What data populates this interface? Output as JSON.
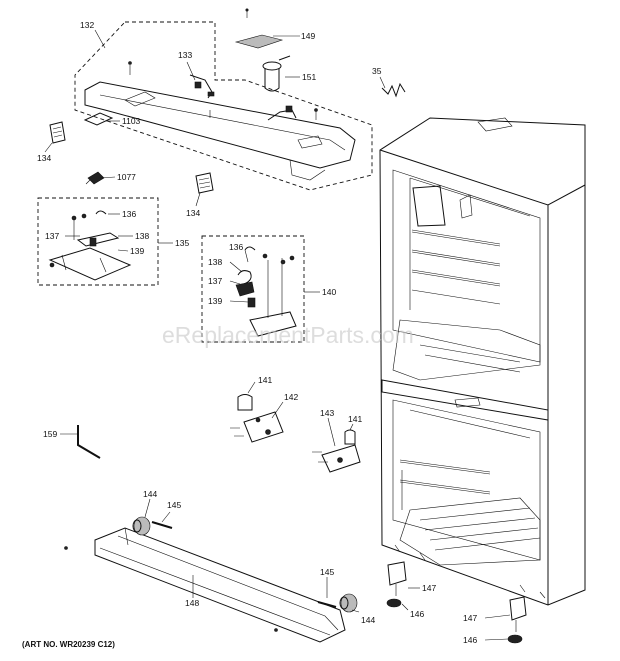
{
  "watermark": "eReplacementParts.com",
  "art_number": "(ART NO. WR20239 C12)",
  "callouts": {
    "c132": "132",
    "c133": "133",
    "c149": "149",
    "c151": "151",
    "c35": "35",
    "c1103": "1103",
    "c134a": "134",
    "c1077": "1077",
    "c134b": "134",
    "c136a": "136",
    "c137a": "137",
    "c138a": "138",
    "c135": "135",
    "c139a": "139",
    "c136b": "136",
    "c138b": "138",
    "c137b": "137",
    "c140": "140",
    "c139b": "139",
    "c141a": "141",
    "c142": "142",
    "c143": "143",
    "c141b": "141",
    "c159": "159",
    "c144a": "144",
    "c145a": "145",
    "c148": "148",
    "c145b": "145",
    "c144b": "144",
    "c147a": "147",
    "c146a": "146",
    "c147b": "147",
    "c146b": "146"
  }
}
